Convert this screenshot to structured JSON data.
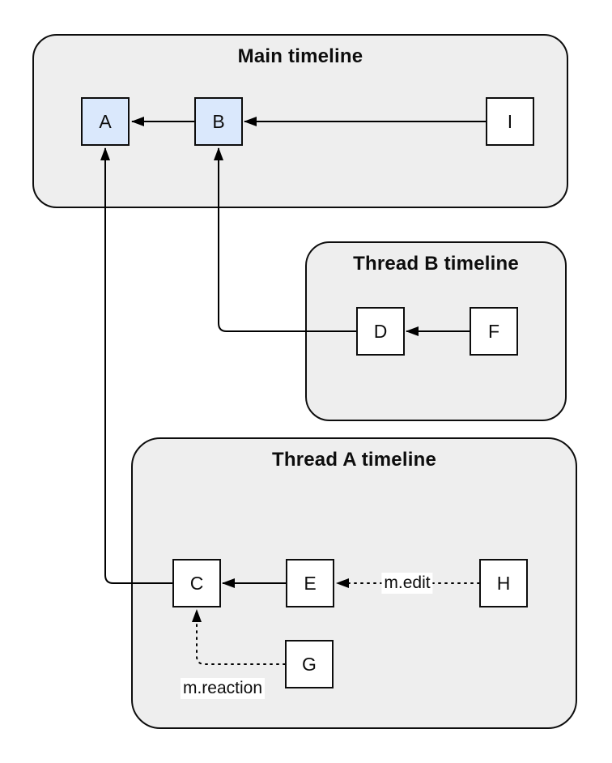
{
  "diagram": {
    "type": "event-timeline-diagram",
    "colors": {
      "background": "#ffffff",
      "container_fill": "#eeeeee",
      "container_stroke": "#0d0d0d",
      "node_fill": "#ffffff",
      "node_highlight_fill": "#dae8fc",
      "node_stroke": "#0d0d0d",
      "edge_color": "#000000",
      "edge_label_bg": "#ffffff"
    },
    "containers": [
      {
        "id": "main-timeline",
        "title": "Main timeline"
      },
      {
        "id": "thread-b-timeline",
        "title": "Thread B timeline"
      },
      {
        "id": "thread-a-timeline",
        "title": "Thread A timeline"
      }
    ],
    "nodes": [
      {
        "id": "A",
        "label": "A",
        "container": "main-timeline",
        "highlighted": true
      },
      {
        "id": "B",
        "label": "B",
        "container": "main-timeline",
        "highlighted": true
      },
      {
        "id": "I",
        "label": "I",
        "container": "main-timeline",
        "highlighted": false
      },
      {
        "id": "D",
        "label": "D",
        "container": "thread-b-timeline",
        "highlighted": false
      },
      {
        "id": "F",
        "label": "F",
        "container": "thread-b-timeline",
        "highlighted": false
      },
      {
        "id": "C",
        "label": "C",
        "container": "thread-a-timeline",
        "highlighted": false
      },
      {
        "id": "E",
        "label": "E",
        "container": "thread-a-timeline",
        "highlighted": false
      },
      {
        "id": "H",
        "label": "H",
        "container": "thread-a-timeline",
        "highlighted": false
      },
      {
        "id": "G",
        "label": "G",
        "container": "thread-a-timeline",
        "highlighted": false
      }
    ],
    "edges": [
      {
        "from": "B",
        "to": "A",
        "style": "solid",
        "label": ""
      },
      {
        "from": "I",
        "to": "B",
        "style": "solid",
        "label": ""
      },
      {
        "from": "F",
        "to": "D",
        "style": "solid",
        "label": ""
      },
      {
        "from": "D",
        "to": "B",
        "style": "solid",
        "label": ""
      },
      {
        "from": "E",
        "to": "C",
        "style": "solid",
        "label": ""
      },
      {
        "from": "H",
        "to": "E",
        "style": "dotted",
        "label": "m.edit"
      },
      {
        "from": "C",
        "to": "A",
        "style": "solid",
        "label": ""
      },
      {
        "from": "G",
        "to": "C",
        "style": "dotted",
        "label": "m.reaction"
      }
    ]
  }
}
